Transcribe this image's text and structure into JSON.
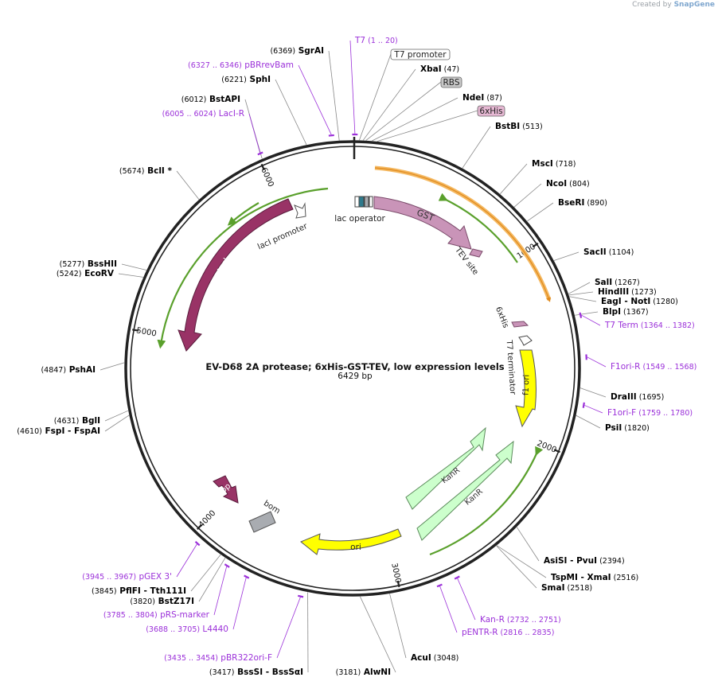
{
  "credit": {
    "prefix": "Created by",
    "brand": "SnapGene"
  },
  "plasmid": {
    "name": "EV-D68 2A protease; 6xHis-GST-TEV, low expression levels",
    "size_label": "6429 bp",
    "length": 6429
  },
  "colors": {
    "enzyme_text": "#000000",
    "primer": "#9b30d9",
    "backbone": "#222222",
    "lacI": "#993366",
    "gst": "#c994b8",
    "f1_ori": "#ffff00",
    "kanr": "#ccffcc",
    "ori": "#ffff00",
    "rop": "#993366",
    "bom": "#a9acb1",
    "orange_arc": "#f4b860",
    "green_arc": "#5aa02c"
  },
  "ruler_ticks": [
    "1000",
    "2000",
    "3000",
    "4000",
    "5000",
    "6000"
  ],
  "enzymes": [
    {
      "name": "SgrAI",
      "pos": "(6369)"
    },
    {
      "name": "SphI",
      "pos": "(6221)"
    },
    {
      "name": "BstAPI",
      "pos": "(6012)"
    },
    {
      "name": "BclI *",
      "pos": "(5674)"
    },
    {
      "name": "BssHII",
      "pos": "(5277)"
    },
    {
      "name": "EcoRV",
      "pos": "(5242)"
    },
    {
      "name": "PshAI",
      "pos": "(4847)"
    },
    {
      "name": "BglI",
      "pos": "(4631)"
    },
    {
      "name": "FspI  -  FspAI",
      "pos": "(4610)"
    },
    {
      "name": "PflFI  -  Tth111I",
      "pos": "(3845)"
    },
    {
      "name": "BstZ17I",
      "pos": "(3820)"
    },
    {
      "name": "BssSI  -  BssSαI",
      "pos": "(3417)"
    },
    {
      "name": "AlwNI",
      "pos": "(3181)"
    },
    {
      "name": "AcuI",
      "pos": "(3048)"
    },
    {
      "name": "XbaI",
      "pos": "(47)"
    },
    {
      "name": "NdeI",
      "pos": "(87)"
    },
    {
      "name": "BstBI",
      "pos": "(513)"
    },
    {
      "name": "MscI",
      "pos": "(718)"
    },
    {
      "name": "NcoI",
      "pos": "(804)"
    },
    {
      "name": "BseRI",
      "pos": "(890)"
    },
    {
      "name": "SacII",
      "pos": "(1104)"
    },
    {
      "name": "SalI",
      "pos": "(1267)"
    },
    {
      "name": "HindIII",
      "pos": "(1273)"
    },
    {
      "name": "EagI  -  NotI",
      "pos": "(1280)"
    },
    {
      "name": "BlpI",
      "pos": "(1367)"
    },
    {
      "name": "DraIII",
      "pos": "(1695)"
    },
    {
      "name": "PsiI",
      "pos": "(1820)"
    },
    {
      "name": "AsiSI  -  PvuI",
      "pos": "(2394)"
    },
    {
      "name": "TspMI  -  XmaI",
      "pos": "(2516)"
    },
    {
      "name": "SmaI",
      "pos": "(2518)"
    }
  ],
  "primers": [
    {
      "name": "T7",
      "range": "(1 .. 20)"
    },
    {
      "name": "pBRrevBam",
      "range": "(6327 .. 6346)"
    },
    {
      "name": "LacI-R",
      "range": "(6005 .. 6024)"
    },
    {
      "name": "T7 Term",
      "range": "(1364 .. 1382)"
    },
    {
      "name": "F1ori-R",
      "range": "(1549 .. 1568)"
    },
    {
      "name": "F1ori-F",
      "range": "(1759 .. 1780)"
    },
    {
      "name": "Kan-R",
      "range": "(2732 .. 2751)"
    },
    {
      "name": "pENTR-R",
      "range": "(2816 .. 2835)"
    },
    {
      "name": "pGEX 3'",
      "range": "(3945 .. 3967)"
    },
    {
      "name": "pRS-marker",
      "range": "(3785 .. 3804)"
    },
    {
      "name": "L4440",
      "range": "(3688 .. 3705)"
    },
    {
      "name": "pBR322ori-F",
      "range": "(3435 .. 3454)"
    }
  ],
  "boxed_features": [
    "T7 promoter",
    "RBS",
    "6xHis"
  ],
  "features": [
    "lac operator",
    "GST",
    "TEV site",
    "6xHis",
    "T7 terminator",
    "f1 ori",
    "KanR",
    "KanR",
    "ori",
    "rop",
    "bom",
    "lacI",
    "lacI promoter"
  ]
}
